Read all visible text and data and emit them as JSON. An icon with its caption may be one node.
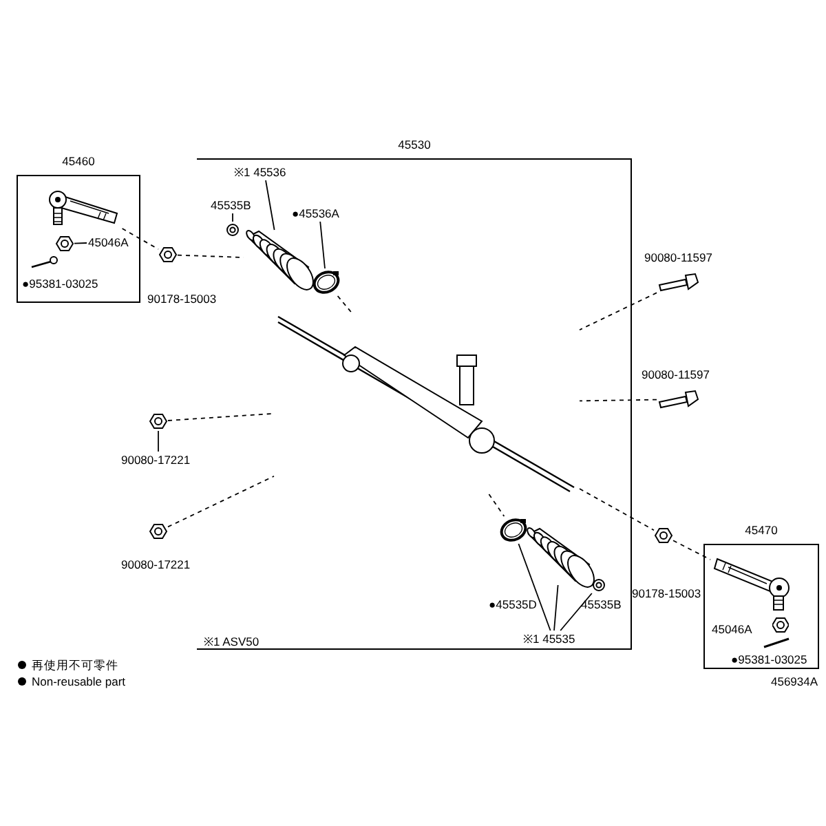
{
  "diagram": {
    "nodes": [
      {
        "text": [
          "45460"
        ]
      },
      {
        "text": [],
        "shape": "picture",
        "in": 0
      },
      {
        "text": [
          "45046A"
        ],
        "in": 0
      },
      {
        "text": [],
        "shape": "picture",
        "in": 0
      },
      {
        "text": [
          "●95381-03025"
        ],
        "in": 0
      },
      {
        "text": [
          "45530"
        ]
      },
      {
        "text": [
          "※1 45536"
        ],
        "in": 5
      },
      {
        "text": [],
        "shape": "picture",
        "in": 5
      },
      {
        "text": [
          "45535B"
        ],
        "in": 5
      },
      {
        "text": [],
        "shape": "picture",
        "in": 5
      },
      {
        "text": [
          "●45536A"
        ],
        "in": 5
      },
      {
        "text": [],
        "shape": "picture",
        "in": 5
      },
      {
        "text": [],
        "shape": "picture",
        "in": 5
      },
      {
        "text": [],
        "shape": "picture"
      },
      {
        "text": [
          "90080-17221"
        ]
      },
      {
        "text": [],
        "shape": "picture"
      },
      {
        "text": [],
        "shape": "picture"
      },
      {
        "text": [],
        "shape": "picture"
      },
      {
        "text": [],
        "shape": "picture"
      },
      {
        "text": [],
        "shape": "picture",
        "in": 5
      },
      {
        "text": [],
        "shape": "picture",
        "in": 5
      },
      {
        "text": [],
        "shape": "picture",
        "in": 5
      },
      {
        "text": [
          "●45535D"
        ],
        "in": 5
      },
      {
        "text": [
          "45535B"
        ],
        "in": 5
      },
      {
        "text": [
          "※1 45535"
        ],
        "in": 5
      },
      {
        "text": [
          "45470"
        ]
      },
      {
        "text": [],
        "shape": "picture",
        "in": 25
      },
      {
        "text": [],
        "shape": "picture"
      },
      {
        "text": [
          "45046A"
        ],
        "in": 25
      },
      {
        "text": [
          "●95381-03025"
        ],
        "in": 25
      }
    ],
    "edges": [
      {
        "from": 2,
        "to": 3,
        "arrow": "none"
      },
      {
        "from": 6,
        "to": 7,
        "arrow": "none"
      },
      {
        "from": 8,
        "to": 9,
        "arrow": "none"
      },
      {
        "from": 10,
        "to": 11,
        "arrow": "none"
      },
      {
        "from": 14,
        "to": 15,
        "arrow": "none"
      },
      {
        "from": 24,
        "to": 19,
        "arrow": "none"
      },
      {
        "from": 24,
        "to": 20,
        "arrow": "none"
      },
      {
        "from": 24,
        "to": 21,
        "arrow": "none"
      },
      {
        "from": 1,
        "to": 13,
        "arrow": "none",
        "style": "dashed"
      },
      {
        "from": 13,
        "to": 7,
        "arrow": "none",
        "style": "dashed"
      },
      {
        "from": 11,
        "to": 12,
        "arrow": "none",
        "style": "dashed"
      },
      {
        "from": 15,
        "to": 12,
        "arrow": "none",
        "style": "dashed"
      },
      {
        "from": 16,
        "to": 12,
        "arrow": "none",
        "style": "dashed"
      },
      {
        "from": 17,
        "to": 12,
        "arrow": "none",
        "style": "dashed"
      },
      {
        "from": 18,
        "to": 12,
        "arrow": "none",
        "style": "dashed"
      },
      {
        "from": 12,
        "to": 19,
        "arrow": "none",
        "style": "dashed"
      },
      {
        "from": 12,
        "to": 27,
        "arrow": "none",
        "style": "dashed"
      },
      {
        "from": 27,
        "to": 26,
        "arrow": "none",
        "style": "dashed"
      }
    ],
    "labels": [
      "90178-15003",
      "90080-11597",
      "90080-11597",
      "90080-17221",
      "90178-15003",
      "※1 ASV50",
      "456934A"
    ],
    "legend": [
      {
        "text": "再使用不可零件"
      },
      {
        "text": "Non-reusable part"
      }
    ]
  }
}
